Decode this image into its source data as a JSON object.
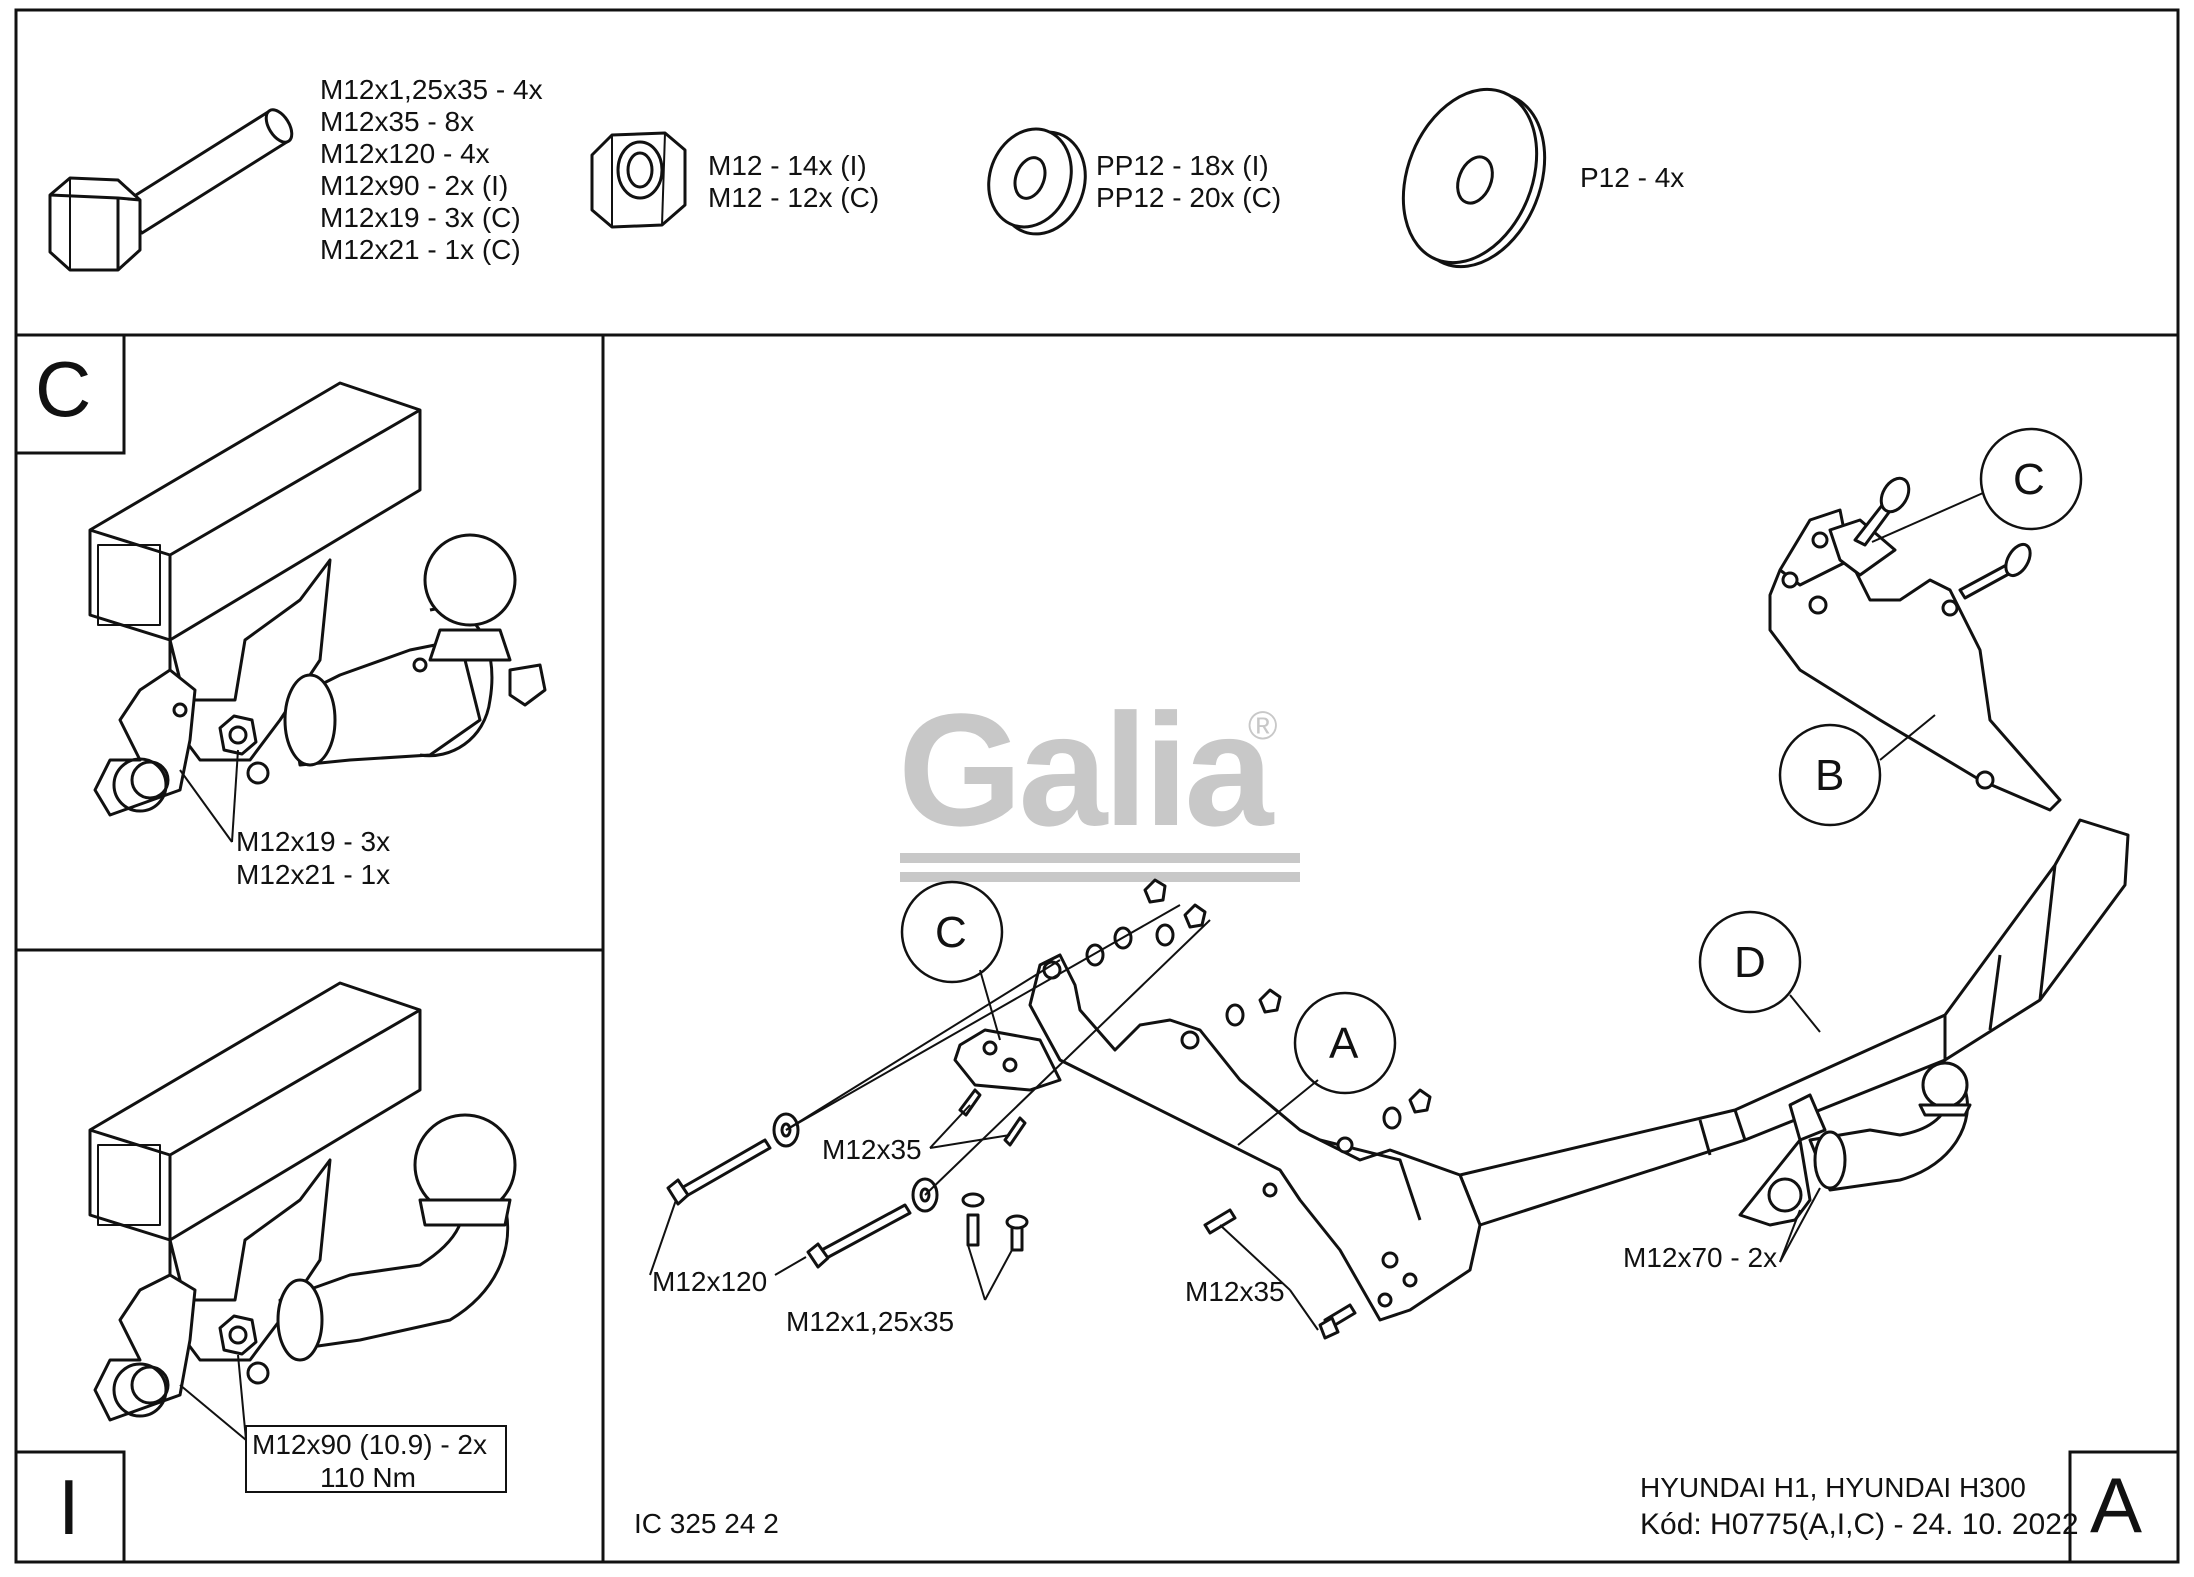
{
  "parts_header": {
    "bolt_specs": [
      "M12x1,25x35 - 4x",
      "M12x35 - 8x",
      "M12x120 - 4x",
      "M12x90 - 2x (I)",
      "M12x19 - 3x (C)",
      "M12x21 - 1x (C)"
    ],
    "nut_specs": [
      "M12 - 14x (I)",
      "M12 - 12x (C)"
    ],
    "washer_specs": [
      "PP12 - 18x (I)",
      "PP12 - 20x (C)"
    ],
    "large_washer_spec": "P12 - 4x"
  },
  "panel_c": {
    "letter": "C",
    "bolt_label_1": "M12x19 - 3x",
    "bolt_label_2": "M12x21 - 1x"
  },
  "panel_i": {
    "letter": "I",
    "bolt_label": "M12x90 (10.9) - 2x",
    "torque": "110 Nm"
  },
  "main": {
    "callouts": {
      "a": "A",
      "b": "B",
      "c_top": "C",
      "c_left": "C",
      "d": "D"
    },
    "logo_text": "Galia",
    "registered_mark": "®",
    "labels": {
      "m12x35_left": "M12x35",
      "m12x120": "M12x120",
      "m12x125x35": "M12x1,25x35",
      "m12x35_mid": "M12x35",
      "m12x70": "M12x70 - 2x"
    },
    "doc_number": "IC 325 24 2",
    "vehicle": "HYUNDAI H1, HYUNDAI H300",
    "code_line": "Kód: H0775(A,I,C) - 24. 10. 2022",
    "corner_letter": "A"
  },
  "colors": {
    "line": "#111111",
    "logo": "#c8c8c8",
    "paper": "#ffffff"
  }
}
